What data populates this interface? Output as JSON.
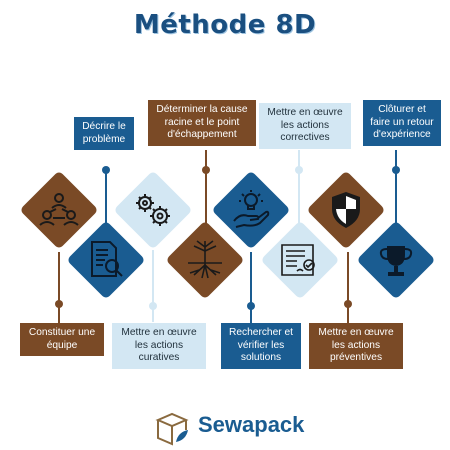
{
  "title": "Méthode 8D",
  "colors": {
    "brown": "#7a4a26",
    "dark_blue": "#1a5c91",
    "light_blue": "#d3e7f3"
  },
  "steps": [
    {
      "label": "Constituer une équipe",
      "icon": "team-icon",
      "color": "brown"
    },
    {
      "label": "Décrire le problème",
      "icon": "report-search-icon",
      "color": "dark_blue"
    },
    {
      "label": "Mettre en œuvre les actions curatives",
      "icon": "gears-icon",
      "color": "light_blue"
    },
    {
      "label": "Déterminer la cause racine et le point d'échappement",
      "icon": "roots-tree-icon",
      "color": "brown"
    },
    {
      "label": "Rechercher et vérifier les solutions",
      "icon": "idea-hand-icon",
      "color": "dark_blue"
    },
    {
      "label": "Mettre en œuvre les actions correctives",
      "icon": "document-check-icon",
      "color": "light_blue"
    },
    {
      "label": "Mettre en œuvre les actions préventives",
      "icon": "shield-icon",
      "color": "brown"
    },
    {
      "label": "Clôturer et faire un retour d'expérience",
      "icon": "trophy-icon",
      "color": "dark_blue"
    }
  ],
  "brand": {
    "name": "Sewapack",
    "logo_icon": "box-leaf-logo-icon"
  }
}
